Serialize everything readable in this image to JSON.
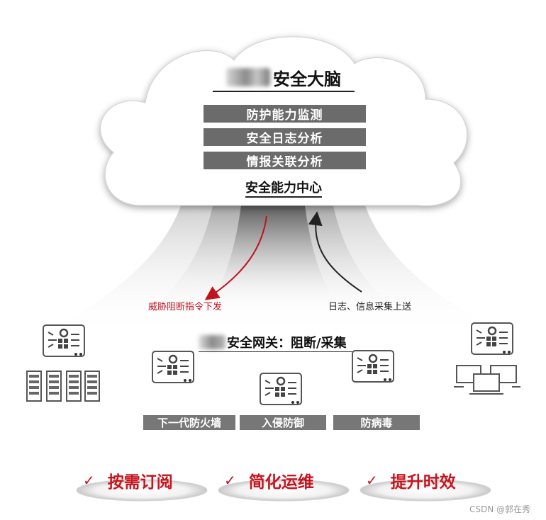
{
  "cloud": {
    "title": "安全大脑",
    "functions": [
      "防护能力监测",
      "安全日志分析",
      "情报关联分析"
    ],
    "center_label": "安全能力中心"
  },
  "flows": {
    "down_label": "威胁阻断指令下发",
    "up_label": "日志、信息采集上送",
    "down_color": "#c0121f",
    "up_color": "#222222"
  },
  "gateway": {
    "title": "安全网关：阻断/采集",
    "functions": [
      "下一代防火墙",
      "入侵防御",
      "防病毒"
    ]
  },
  "benefits": [
    "按需订阅",
    "简化运维",
    "提升时效"
  ],
  "benefit_check": "✓",
  "watermark": "CSDN @郭在秀",
  "colors": {
    "accent_red": "#c8141e",
    "bar_grey": "#6b6b6b"
  }
}
